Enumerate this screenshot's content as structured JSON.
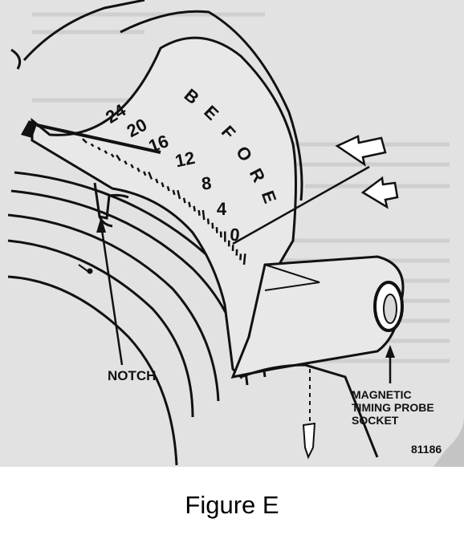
{
  "figure": {
    "caption": "Figure E",
    "figure_number": "81186",
    "colors": {
      "background": "#ffffff",
      "paper": "#e2e2e2",
      "ink": "#111111",
      "scan_shadow": "#c4c4c4"
    }
  },
  "timing_scale": {
    "heading_letters": [
      "B",
      "E",
      "F",
      "O",
      "R",
      "E"
    ],
    "degree_marks": [
      "24",
      "20",
      "16",
      "12",
      "8",
      "4",
      "0"
    ]
  },
  "labels": {
    "notch": "NOTCH",
    "probe_socket_line1": "MAGNETIC",
    "probe_socket_line2": "TIMING PROBE",
    "probe_socket_line3": "SOCKET"
  }
}
